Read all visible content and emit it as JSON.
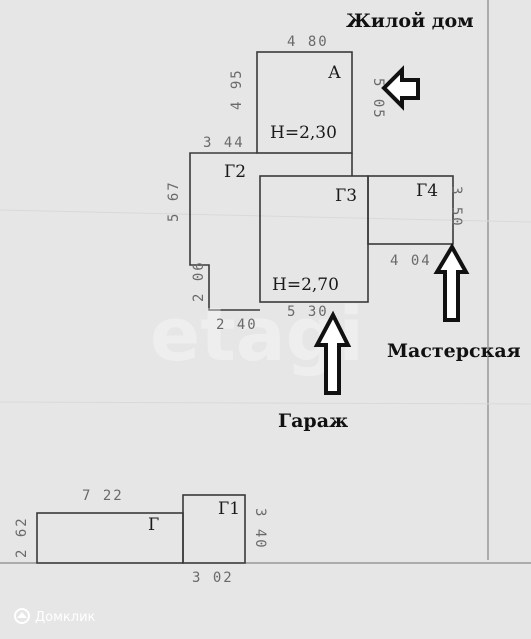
{
  "labels": {
    "house": "Жилой дом",
    "garage": "Гараж",
    "workshop": "Мастерская",
    "room_a": "А",
    "room_g": "Г",
    "room_g1": "Г1",
    "room_g2": "Г2",
    "room_g3": "Г3",
    "room_g4": "Г4",
    "height_a": "H=2,30",
    "height_g3": "H=2,70"
  },
  "dimensions": {
    "a_width": "4 80",
    "a_left": "4 95",
    "a_right": "5 05",
    "g2_top": "3 44",
    "g2_left": "5 67",
    "g2_small": "2 06",
    "g2_bottom": "2 40",
    "g3_bottom": "5 30",
    "g4_right": "3 50",
    "g4_bottom": "4 04",
    "g_top": "7 22",
    "g_left": "2 62",
    "g1_right": "3 40",
    "g1_bottom": "3 02"
  },
  "watermark": {
    "text": "etagi",
    "brand": "Домклик"
  }
}
